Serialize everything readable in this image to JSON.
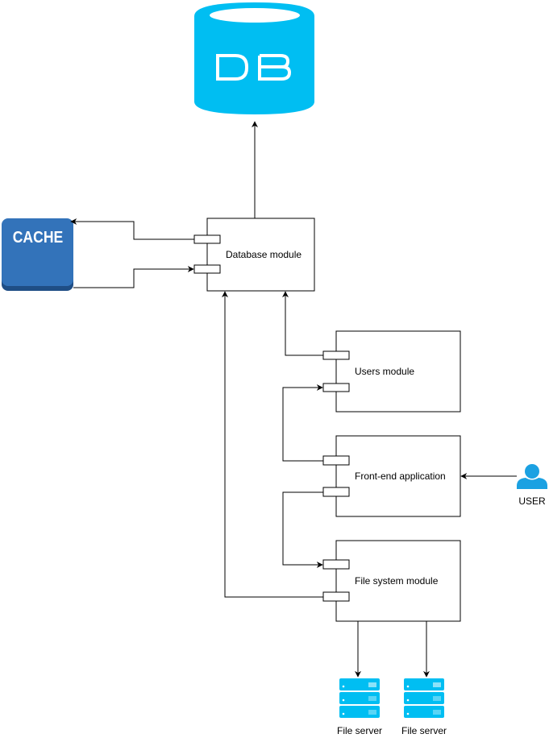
{
  "diagram": {
    "nodes": {
      "db": {
        "label": "DB",
        "kind": "database",
        "color": "#00BEF2"
      },
      "cache": {
        "label": "CACHE",
        "kind": "cache",
        "color": "#3373BA",
        "shadow_color": "#1F4E85"
      },
      "database_module": {
        "label": "Database module",
        "kind": "component"
      },
      "users_module": {
        "label": "Users module",
        "kind": "component"
      },
      "frontend_app": {
        "label": "Front-end application",
        "kind": "component"
      },
      "file_system_module": {
        "label": "File system module",
        "kind": "component"
      },
      "user": {
        "label": "USER",
        "kind": "actor",
        "color": "#1BA1E2"
      },
      "file_server_1": {
        "label": "File server",
        "kind": "server",
        "color": "#00BEF2"
      },
      "file_server_2": {
        "label": "File server",
        "kind": "server",
        "color": "#00BEF2"
      }
    },
    "edges": [
      {
        "from": "database_module",
        "to": "db"
      },
      {
        "from": "database_module",
        "to": "cache"
      },
      {
        "from": "cache",
        "to": "database_module"
      },
      {
        "from": "users_module",
        "to": "database_module"
      },
      {
        "from": "frontend_app",
        "to": "users_module"
      },
      {
        "from": "frontend_app",
        "to": "file_system_module"
      },
      {
        "from": "file_system_module",
        "to": "database_module"
      },
      {
        "from": "user",
        "to": "frontend_app"
      },
      {
        "from": "file_system_module",
        "to": "file_server_1"
      },
      {
        "from": "file_system_module",
        "to": "file_server_2"
      }
    ]
  }
}
